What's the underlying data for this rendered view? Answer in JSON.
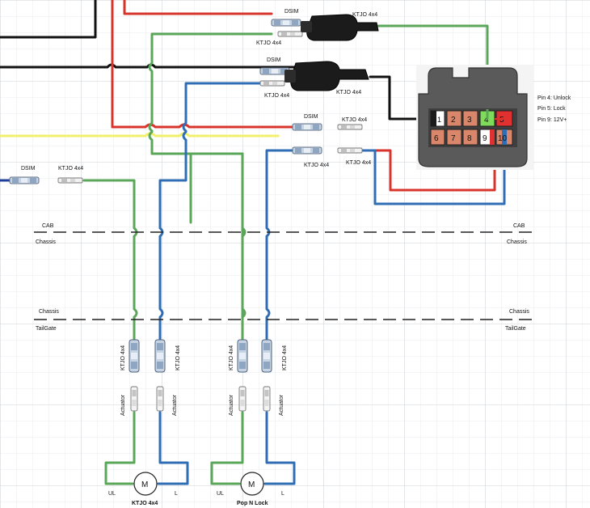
{
  "labels": {
    "dsim_1": "DSIM",
    "ktjo_1": "KTJO 4x4",
    "ktjo_2": "KTJO 4x4",
    "dsim_2": "DSIM",
    "ktjo_3": "KTJO 4x4",
    "dsim_3": "DSIM",
    "ktjo_4": "KTJO 4x4",
    "ktjo_5": "KTJO 4x4",
    "ktjo_6": "KTJO 4x4",
    "dsim_left": "DSIM",
    "ktjo_left": "KTJO 4x4"
  },
  "pinout": {
    "pin4": "Pin 4: Unlock",
    "pin5": "Pin 5: Lock",
    "pin9": "Pin 9: 12V+"
  },
  "connector_pins": [
    "1",
    "2",
    "3",
    "4",
    "5",
    "6",
    "7",
    "8",
    "9",
    "10"
  ],
  "zones": {
    "cab_left": "CAB",
    "cab_right": "CAB",
    "chassis1_left": "Chassis",
    "chassis1_right": "Chassis",
    "chassis2_left": "Chassis",
    "chassis2_right": "Chassis",
    "tailgate_left": "TailGate",
    "tailgate_right": "TailGate"
  },
  "vertical_labels": {
    "ktjo": "KTJO 4x4",
    "actuator": "Actuator"
  },
  "motors": [
    {
      "symbol": "M",
      "name": "KTJO 4x4",
      "left_label": "UL",
      "right_label": "L"
    },
    {
      "symbol": "M",
      "name": "Pop N Lock",
      "left_label": "UL",
      "right_label": "L"
    }
  ],
  "colors": {
    "wire_black": "#111111",
    "wire_red": "#d9342b",
    "wire_green": "#5aa75a",
    "wire_blue": "#2f6db5",
    "wire_yellow": "#f2ef6a",
    "pin_orange": "#d9866a",
    "pin_green": "#7fdc5a",
    "pin_red": "#e03030",
    "connector_gray": "#5a5a5a"
  }
}
